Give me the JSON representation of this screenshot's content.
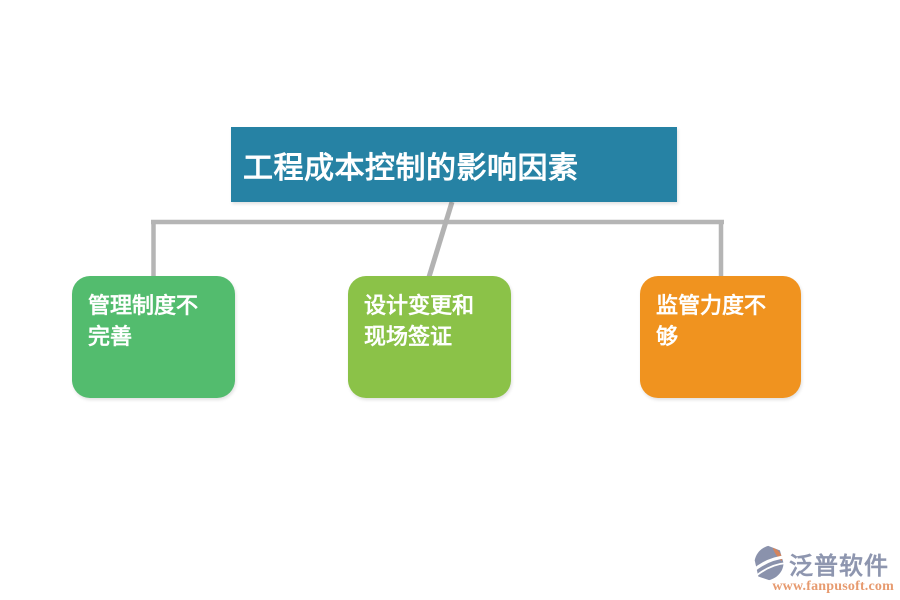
{
  "diagram": {
    "title": "工程成本控制的影响因素",
    "nodes": [
      {
        "label": "管理制度不\n完善",
        "color": "#53BC6E"
      },
      {
        "label": "设计变更和\n现场签证",
        "color": "#8BC248"
      },
      {
        "label": "监管力度不\n够",
        "color": "#F0931F"
      }
    ]
  },
  "colors": {
    "title_bg": "#2682A4",
    "node_green": "#53BC6E",
    "node_lightgreen": "#8BC248",
    "node_orange": "#F0931F",
    "connector_gray": "#B5B5B5",
    "text_white": "#FFFFFF",
    "watermark_brand": "#8E96AF",
    "watermark_url": "#E79B70"
  },
  "watermark": {
    "logo": "fanpu-logo",
    "brand": "泛普软件",
    "url": "www.fanpusoft.com"
  }
}
